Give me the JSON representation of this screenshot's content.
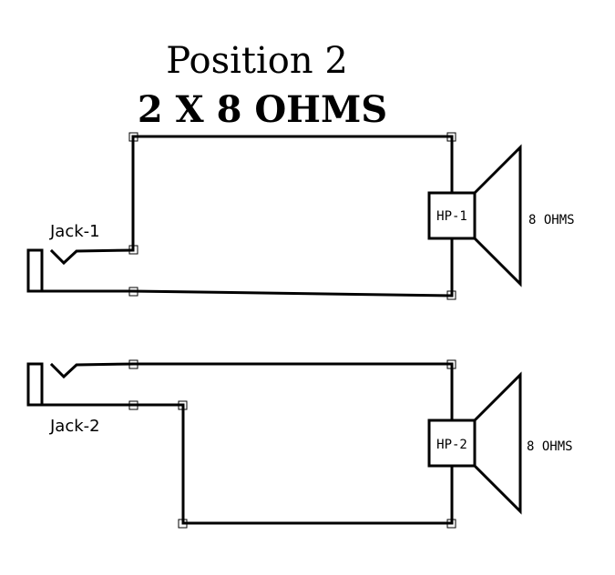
{
  "title": "Position 2",
  "subtitle": "2 X 8 OHMS",
  "circuits": [
    {
      "jack_label": "Jack-1",
      "speaker_label": "HP-1",
      "impedance_label": "8 OHMS"
    },
    {
      "jack_label": "Jack-2",
      "speaker_label": "HP-2",
      "impedance_label": "8 OHMS"
    }
  ],
  "colors": {
    "line": "#000000",
    "background": "#ffffff"
  }
}
